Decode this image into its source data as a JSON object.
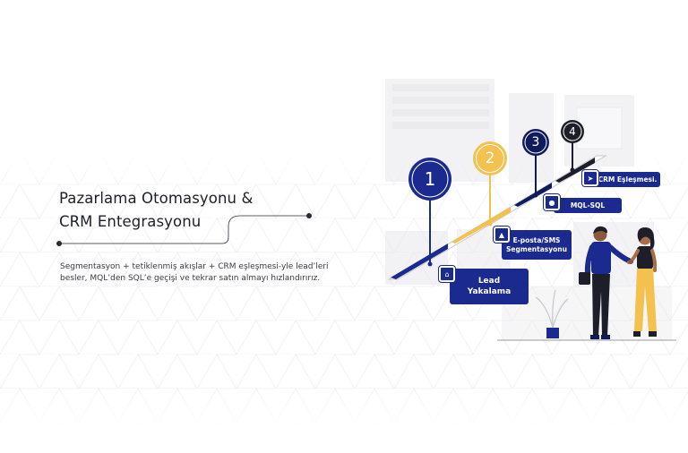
{
  "heading": {
    "line1": "Pazarlama Otomasyonu &",
    "line2": "CRM Entegrasyonu"
  },
  "description": "Segmentasyon + tetiklenmiş akışlar + CRM eşleşmesi-yle lead’leri besler, MQL’den SQL’e geçişi ve tekrar satın almayı hızlandırırız.",
  "steps": [
    {
      "number": "1",
      "label": "Lead Yakalama",
      "icon": "home-icon",
      "color": "#1b2a8f"
    },
    {
      "number": "2",
      "label": "E-posta/SMS Segmentasyonu",
      "icon": "lightbulb-icon",
      "color": "#f2c14e"
    },
    {
      "number": "3",
      "label": "MQL-SQL",
      "icon": "bag-icon",
      "color": "#0f1b5c"
    },
    {
      "number": "4",
      "label": "CRM Eşleşmesi.",
      "icon": "rocket-icon",
      "color": "#1e1e2a"
    }
  ],
  "colors": {
    "accent_blue": "#1b2a8f",
    "accent_yellow": "#f2c14e",
    "dark_navy": "#0f1b5c",
    "text": "#1e1e2a"
  }
}
